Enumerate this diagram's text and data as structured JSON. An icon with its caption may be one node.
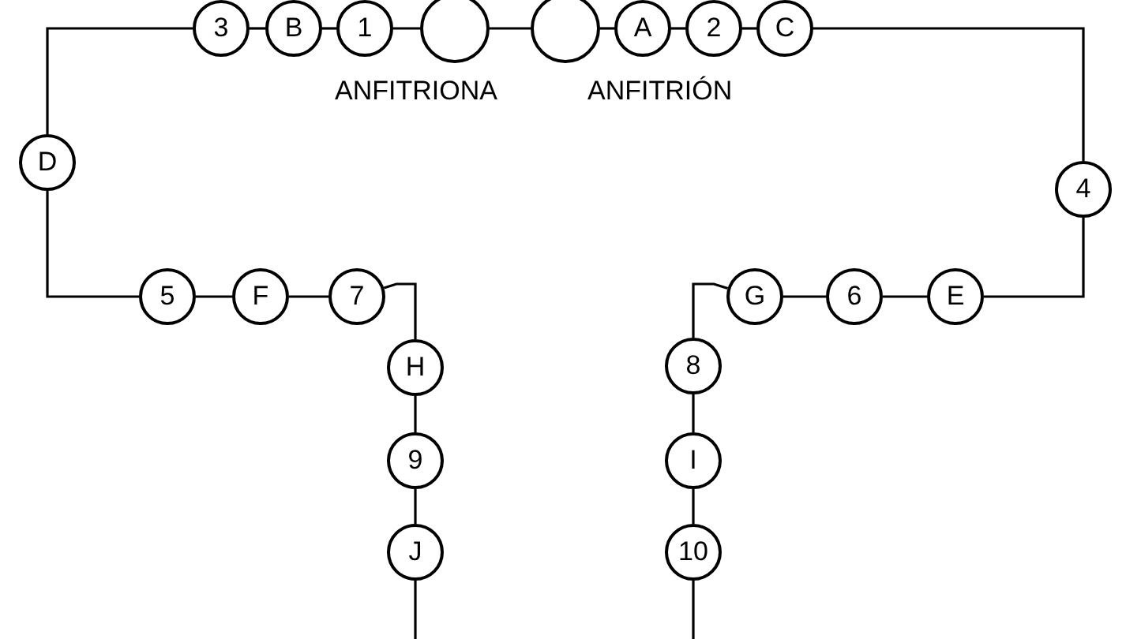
{
  "diagram": {
    "nodes": [
      {
        "text": [
          "3"
        ]
      },
      {
        "text": [
          "B"
        ]
      },
      {
        "text": [
          "1"
        ]
      },
      {
        "text": [],
        "shape": "circle"
      },
      {
        "text": [],
        "shape": "circle"
      },
      {
        "text": [
          "A"
        ]
      },
      {
        "text": [
          "2"
        ]
      },
      {
        "text": [
          "C"
        ]
      },
      {
        "text": [
          "D"
        ]
      },
      {
        "text": [
          "4"
        ]
      },
      {
        "text": [
          "5"
        ]
      },
      {
        "text": [
          "F"
        ]
      },
      {
        "text": [
          "7"
        ]
      },
      {
        "text": [
          "H"
        ]
      },
      {
        "text": [
          "9"
        ]
      },
      {
        "text": [
          "J"
        ]
      },
      {
        "text": [
          "G"
        ]
      },
      {
        "text": [
          "6"
        ]
      },
      {
        "text": [
          "E"
        ]
      },
      {
        "text": [
          "8"
        ]
      },
      {
        "text": [
          "I"
        ]
      },
      {
        "text": [
          "10"
        ]
      }
    ],
    "edges": [
      {
        "from": 0,
        "to": 1,
        "arrow": "none"
      },
      {
        "from": 1,
        "to": 2,
        "arrow": "none"
      },
      {
        "from": 2,
        "to": 3,
        "arrow": "none"
      },
      {
        "from": 3,
        "to": 4,
        "arrow": "none"
      },
      {
        "from": 4,
        "to": 5,
        "arrow": "none"
      },
      {
        "from": 5,
        "to": 6,
        "arrow": "none"
      },
      {
        "from": 6,
        "to": 7,
        "arrow": "none"
      },
      {
        "from": 7,
        "to": 9,
        "arrow": "none"
      },
      {
        "from": 9,
        "to": 18,
        "arrow": "none"
      },
      {
        "from": 18,
        "to": 17,
        "arrow": "none"
      },
      {
        "from": 17,
        "to": 16,
        "arrow": "none"
      },
      {
        "from": 16,
        "to": 19,
        "arrow": "none"
      },
      {
        "from": 19,
        "to": 20,
        "arrow": "none"
      },
      {
        "from": 20,
        "to": 21,
        "arrow": "none"
      },
      {
        "from": 21,
        "to": null,
        "arrow": "none"
      },
      {
        "from": 8,
        "to": 0,
        "arrow": "none"
      },
      {
        "from": 8,
        "to": 10,
        "arrow": "none"
      },
      {
        "from": 10,
        "to": 11,
        "arrow": "none"
      },
      {
        "from": 11,
        "to": 12,
        "arrow": "none"
      },
      {
        "from": 12,
        "to": 13,
        "arrow": "none"
      },
      {
        "from": 13,
        "to": 14,
        "arrow": "none"
      },
      {
        "from": 14,
        "to": 15,
        "arrow": "none"
      },
      {
        "from": 15,
        "to": null,
        "arrow": "none"
      }
    ],
    "labels": [
      "ANFITRIONA",
      "ANFITRIÓN"
    ]
  }
}
